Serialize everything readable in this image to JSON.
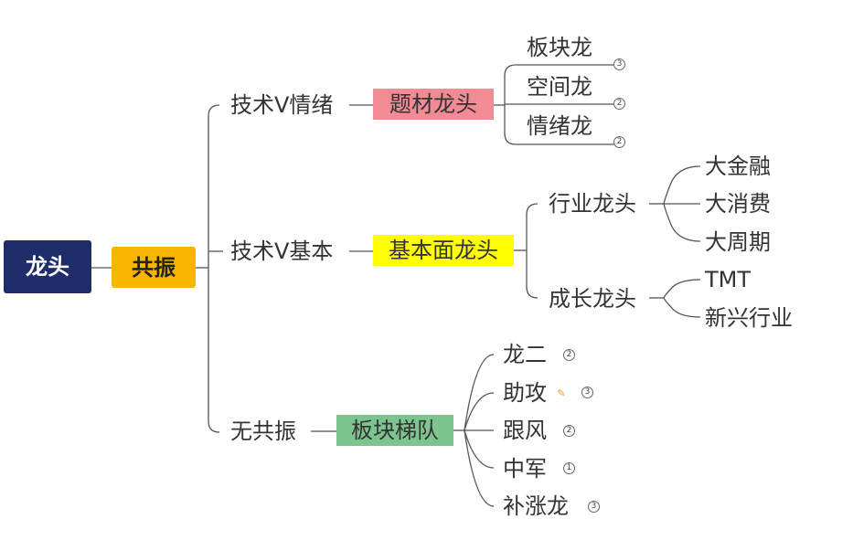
{
  "root": {
    "label": "龙头",
    "color": "#1f2d6b"
  },
  "main": {
    "label": "共振",
    "color": "#f7b500"
  },
  "branches": [
    {
      "label": "技术V情绪",
      "group": "题材龙头",
      "group_color": "#f28b95",
      "children": [
        {
          "label": "板块龙",
          "badge": "3"
        },
        {
          "label": "空间龙",
          "badge": "2"
        },
        {
          "label": "情绪龙",
          "badge": "2"
        }
      ]
    },
    {
      "label": "技术V基本",
      "group": "基本面龙头",
      "group_color": "#ffff00",
      "children": [
        {
          "label": "行业龙头",
          "children": [
            "大金融",
            "大消费",
            "大周期"
          ]
        },
        {
          "label": "成长龙头",
          "children": [
            "TMT",
            "新兴行业"
          ]
        }
      ]
    },
    {
      "label": "无共振",
      "group": "板块梯队",
      "group_color": "#7ec48e",
      "children": [
        {
          "label": "龙二",
          "badge": "2"
        },
        {
          "label": "助攻",
          "badge": "3",
          "note_icon": "note-icon"
        },
        {
          "label": "跟风",
          "badge": "2"
        },
        {
          "label": "中军",
          "badge": "1"
        },
        {
          "label": "补涨龙",
          "badge": "3"
        }
      ]
    }
  ],
  "line_color": "#555555"
}
